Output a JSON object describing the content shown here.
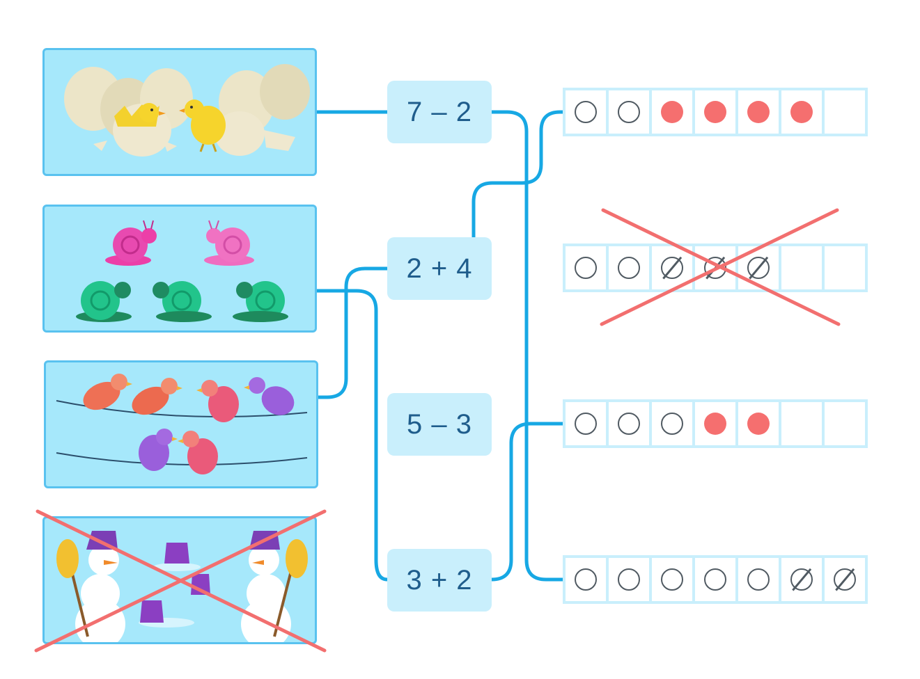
{
  "pictures": [
    {
      "id": "chicks",
      "subject": "hatching chicks and eggs",
      "crossed": false
    },
    {
      "id": "snails",
      "subject": "pink and green snails",
      "crossed": false
    },
    {
      "id": "birds",
      "subject": "birds on wires",
      "crossed": false
    },
    {
      "id": "snowmen",
      "subject": "snowmen with buckets",
      "crossed": true
    }
  ],
  "expressions": [
    {
      "id": "e1",
      "text": "7 – 2"
    },
    {
      "id": "e2",
      "text": "2 + 4"
    },
    {
      "id": "e3",
      "text": "5 – 3"
    },
    {
      "id": "e4",
      "text": "3 + 2"
    }
  ],
  "frames": [
    {
      "id": "f1",
      "cells": [
        "empty",
        "empty",
        "filled",
        "filled",
        "filled",
        "filled",
        "blank"
      ],
      "crossed": false
    },
    {
      "id": "f2",
      "cells": [
        "empty",
        "empty",
        "struck",
        "struck",
        "struck",
        "blank",
        "blank"
      ],
      "crossed": true
    },
    {
      "id": "f3",
      "cells": [
        "empty",
        "empty",
        "empty",
        "filled",
        "filled",
        "blank",
        "blank"
      ],
      "crossed": false
    },
    {
      "id": "f4",
      "cells": [
        "empty",
        "empty",
        "empty",
        "empty",
        "empty",
        "struck",
        "struck"
      ],
      "crossed": false
    }
  ],
  "connections": [
    {
      "from": "chicks",
      "to": "e1"
    },
    {
      "from": "e1",
      "to": "f4"
    },
    {
      "from": "snails",
      "to": "e4"
    },
    {
      "from": "e4",
      "to": "f3"
    },
    {
      "from": "birds",
      "to": "e2"
    },
    {
      "from": "e2",
      "to": "f1"
    }
  ],
  "colors": {
    "line": "#17a8e4",
    "card_bg": "#a6e8fb",
    "card_border": "#59c2ef",
    "expr_bg": "#c9effc",
    "expr_text": "#1f5d8c",
    "cross": "#f26f6f",
    "dot_filled": "#f56f6f"
  }
}
